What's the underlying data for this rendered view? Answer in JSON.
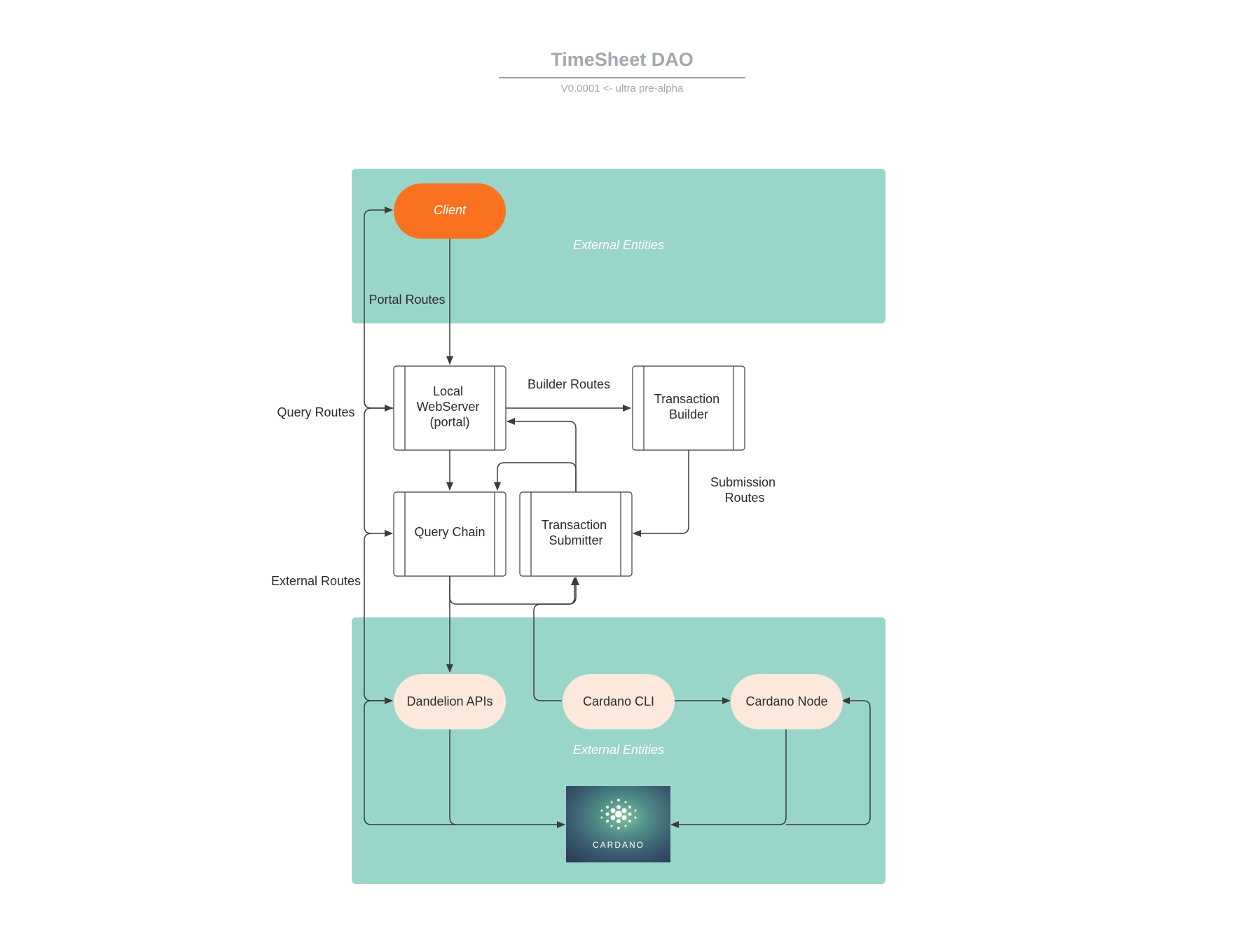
{
  "header": {
    "title": "TimeSheet DAO",
    "subtitle": "V0.0001 <- ultra pre-alpha"
  },
  "colors": {
    "group_fill": "#9ad5ca",
    "client_fill": "#fa7220",
    "external_node_fill": "#fde8dc",
    "process_stroke": "#3c3c3c",
    "edge": "#3c3c3c"
  },
  "groups": {
    "top": {
      "label": "External Entities"
    },
    "bottom": {
      "label": "External Entities"
    }
  },
  "nodes": {
    "client": {
      "label": "Client"
    },
    "webserver": {
      "label": [
        "Local",
        "WebServer",
        "(portal)"
      ]
    },
    "builder": {
      "label": [
        "Transaction",
        "Builder"
      ]
    },
    "querychain": {
      "label": "Query Chain"
    },
    "submitter": {
      "label": [
        "Transaction",
        "Submitter"
      ]
    },
    "dandelion": {
      "label": "Dandelion APIs"
    },
    "cli": {
      "label": "Cardano CLI"
    },
    "node": {
      "label": "Cardano Node"
    },
    "cardano_logo": {
      "icon": "cardano-logo",
      "text": "CARDANO"
    }
  },
  "edge_labels": {
    "portal_routes": "Portal Routes",
    "builder_routes": "Builder Routes",
    "query_routes": "Query Routes",
    "submission_routes": [
      "Submission",
      "Routes"
    ],
    "external_routes": "External Routes"
  }
}
